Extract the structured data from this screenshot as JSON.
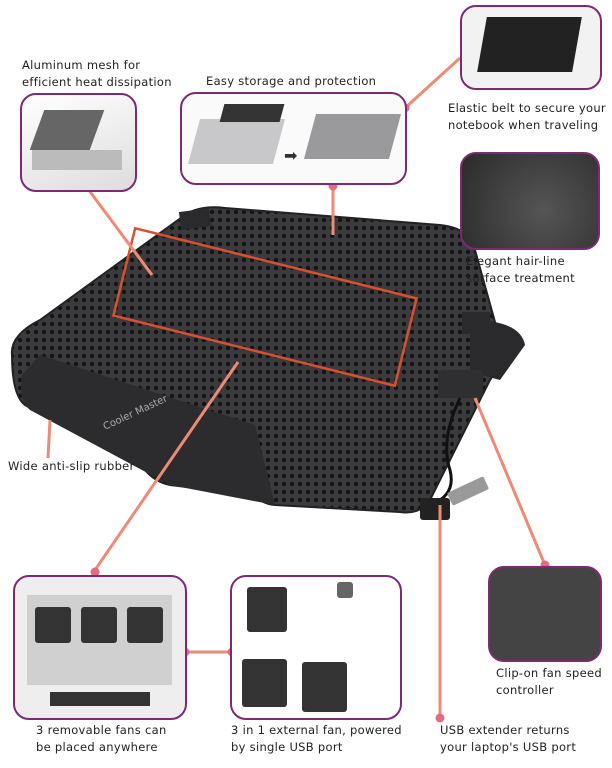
{
  "product": {
    "brand": "Cooler Master"
  },
  "features": [
    {
      "id": "mesh",
      "caption_lines": [
        "Aluminum mesh for",
        "efficient heat dissipation"
      ]
    },
    {
      "id": "storage",
      "caption_lines": [
        "Easy storage and protection"
      ]
    },
    {
      "id": "belt",
      "caption_lines": [
        "Elastic belt to secure your",
        "notebook when traveling"
      ]
    },
    {
      "id": "surface",
      "caption_lines": [
        "Elegant hair-line",
        "surface treatment"
      ]
    },
    {
      "id": "rubber",
      "caption_lines": [
        "Wide anti-slip rubber"
      ]
    },
    {
      "id": "fans",
      "caption_lines": [
        "3 removable fans can",
        "be placed anywhere"
      ]
    },
    {
      "id": "external",
      "caption_lines": [
        "3 in 1 external fan, powered",
        "by single USB port"
      ]
    },
    {
      "id": "usb",
      "caption_lines": [
        "USB extender returns",
        "your laptop's USB port"
      ]
    },
    {
      "id": "controller",
      "caption_lines": [
        "Clip-on fan speed",
        "controller"
      ]
    }
  ],
  "colors": {
    "frame": "#7d2a72",
    "line": "#ee8b74",
    "dot": "#e56b80",
    "body": "#3a3a3c"
  }
}
